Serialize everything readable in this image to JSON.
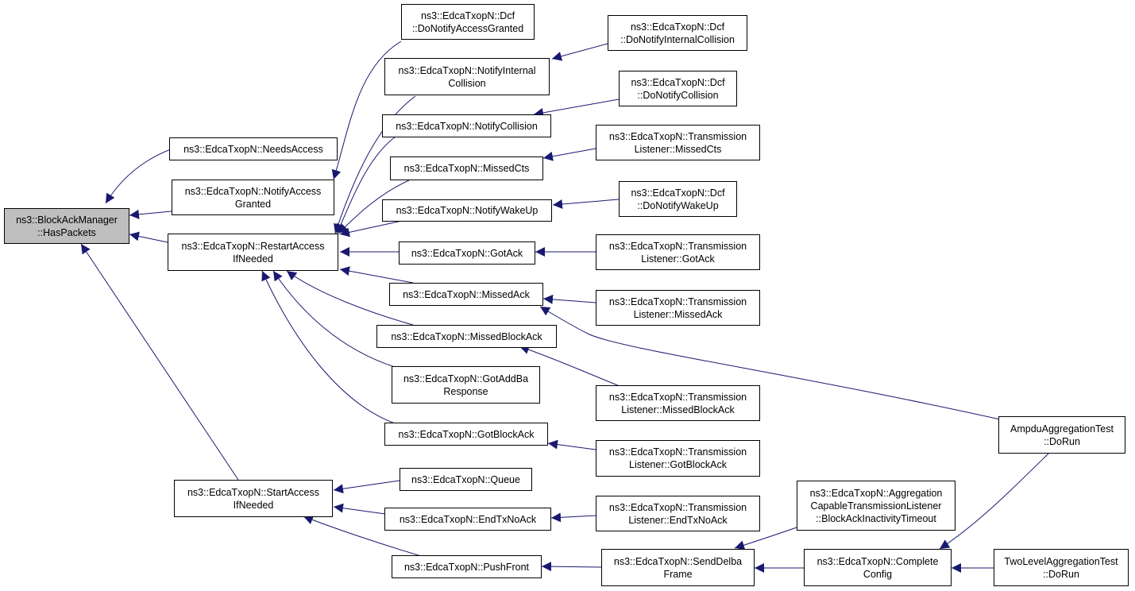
{
  "colors": {
    "edge": "#191970",
    "node_border": "#000000",
    "node_fill": "#ffffff",
    "highlight_fill": "#bfbfbf"
  },
  "nodes": {
    "n0": {
      "label": "ns3::BlockAckManager\n::HasPackets"
    },
    "n1": {
      "label": "ns3::EdcaTxopN::NeedsAccess"
    },
    "n2": {
      "label": "ns3::EdcaTxopN::NotifyAccess\nGranted"
    },
    "n3": {
      "label": "ns3::EdcaTxopN::RestartAccess\nIfNeeded"
    },
    "n4": {
      "label": "ns3::EdcaTxopN::StartAccess\nIfNeeded"
    },
    "n5": {
      "label": "ns3::EdcaTxopN::Dcf\n::DoNotifyAccessGranted"
    },
    "n6": {
      "label": "ns3::EdcaTxopN::NotifyInternal\nCollision"
    },
    "n7": {
      "label": "ns3::EdcaTxopN::NotifyCollision"
    },
    "n8": {
      "label": "ns3::EdcaTxopN::MissedCts"
    },
    "n9": {
      "label": "ns3::EdcaTxopN::NotifyWakeUp"
    },
    "n10": {
      "label": "ns3::EdcaTxopN::GotAck"
    },
    "n11": {
      "label": "ns3::EdcaTxopN::MissedAck"
    },
    "n12": {
      "label": "ns3::EdcaTxopN::MissedBlockAck"
    },
    "n13": {
      "label": "ns3::EdcaTxopN::GotAddBa\nResponse"
    },
    "n14": {
      "label": "ns3::EdcaTxopN::GotBlockAck"
    },
    "n15": {
      "label": "ns3::EdcaTxopN::Queue"
    },
    "n16": {
      "label": "ns3::EdcaTxopN::EndTxNoAck"
    },
    "n17": {
      "label": "ns3::EdcaTxopN::PushFront"
    },
    "n18": {
      "label": "ns3::EdcaTxopN::Dcf\n::DoNotifyInternalCollision"
    },
    "n19": {
      "label": "ns3::EdcaTxopN::Dcf\n::DoNotifyCollision"
    },
    "n20": {
      "label": "ns3::EdcaTxopN::Transmission\nListener::MissedCts"
    },
    "n21": {
      "label": "ns3::EdcaTxopN::Dcf\n::DoNotifyWakeUp"
    },
    "n22": {
      "label": "ns3::EdcaTxopN::Transmission\nListener::GotAck"
    },
    "n23": {
      "label": "ns3::EdcaTxopN::Transmission\nListener::MissedAck"
    },
    "n24": {
      "label": "ns3::EdcaTxopN::Transmission\nListener::MissedBlockAck"
    },
    "n25": {
      "label": "ns3::EdcaTxopN::Transmission\nListener::GotBlockAck"
    },
    "n26": {
      "label": "ns3::EdcaTxopN::Transmission\nListener::EndTxNoAck"
    },
    "n27": {
      "label": "ns3::EdcaTxopN::SendDelba\nFrame"
    },
    "n28": {
      "label": "ns3::EdcaTxopN::Aggregation\nCapableTransmissionListener\n::BlockAckInactivityTimeout"
    },
    "n29": {
      "label": "ns3::EdcaTxopN::Complete\nConfig"
    },
    "n30": {
      "label": "AmpduAggregationTest\n::DoRun"
    },
    "n31": {
      "label": "TwoLevelAggregationTest\n::DoRun"
    }
  }
}
